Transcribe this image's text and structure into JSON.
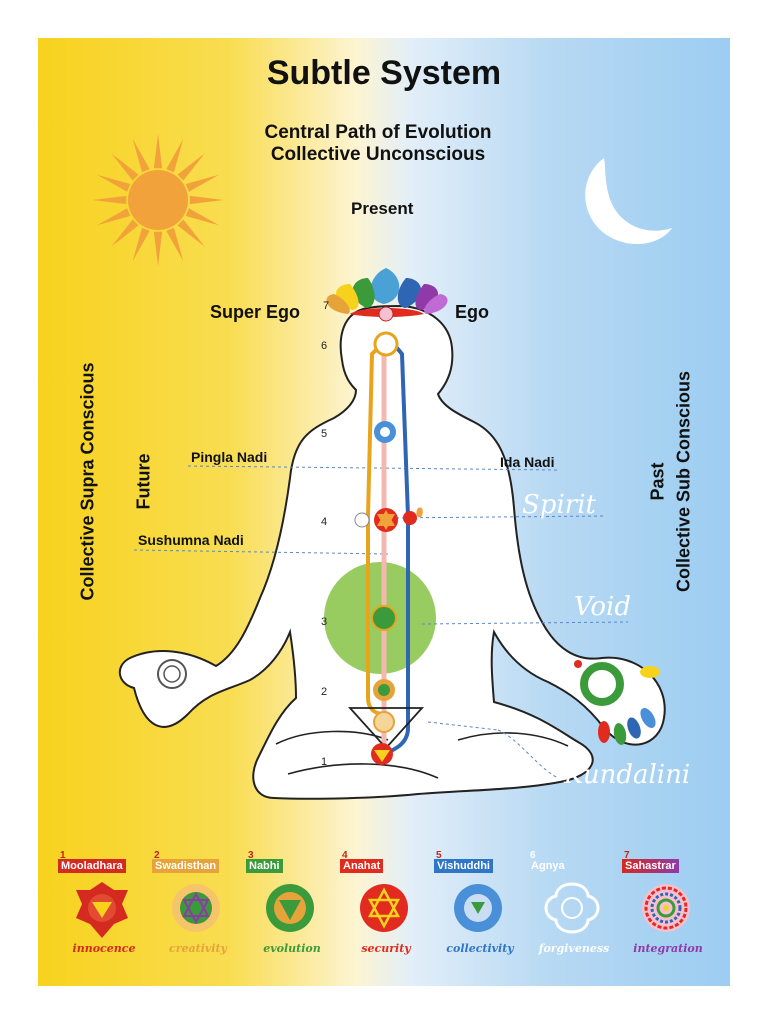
{
  "title": "Subtle System",
  "subtitle_line1": "Central Path of Evolution",
  "subtitle_line2": "Collective Unconscious",
  "present": "Present",
  "super_ego": "Super Ego",
  "ego": "Ego",
  "left_side": {
    "line1": "Collective Supra Conscious",
    "line2": "Future"
  },
  "right_side": {
    "line1": "Past",
    "line2": "Collective Sub Conscious"
  },
  "nadis": {
    "pingla": "Pingla Nadi",
    "ida": "Ida Nadi",
    "sushumna": "Sushumna Nadi"
  },
  "script_labels": {
    "spirit": "Spirit",
    "void": "Void",
    "kundalini": "Kundalini"
  },
  "body_numbers": [
    "1",
    "2",
    "3",
    "4",
    "5",
    "6",
    "7"
  ],
  "chakras": [
    {
      "num": "1",
      "name": "Mooladhara",
      "quality": "innocence",
      "color": "#d42a20"
    },
    {
      "num": "2",
      "name": "Swadisthan",
      "quality": "creativity",
      "color": "#e6a33a"
    },
    {
      "num": "3",
      "name": "Nabhi",
      "quality": "evolution",
      "color": "#3b9a3a"
    },
    {
      "num": "4",
      "name": "Anahat",
      "quality": "security",
      "color": "#e02b1e"
    },
    {
      "num": "5",
      "name": "Vishuddhi",
      "quality": "collectivity",
      "color": "#2f76c7"
    },
    {
      "num": "6",
      "name": "Agnya",
      "quality": "forgiveness",
      "color": "#ffffff"
    },
    {
      "num": "7",
      "name": "Sahastrar",
      "quality": "integration",
      "color": "#c0261b"
    }
  ],
  "colors": {
    "sun": "#f2a23a",
    "moon": "#ffffff",
    "void_green": "#8ec64f",
    "left_channel": "#e8a41c",
    "right_channel": "#2f66b3"
  }
}
